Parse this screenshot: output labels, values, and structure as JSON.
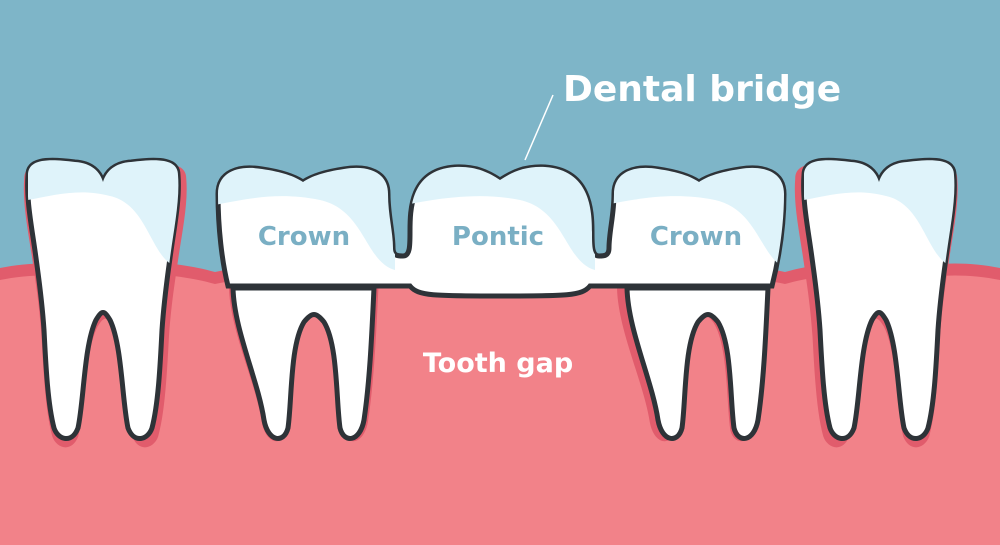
{
  "title": "Dental bridge",
  "labels": {
    "crown_left": "Crown",
    "pontic": "Pontic",
    "crown_right": "Crown",
    "gap": "Tooth gap"
  },
  "colors": {
    "background": "#7eb5c8",
    "gum": "#f28289",
    "gum_shade": "#e15c6c",
    "tooth": "#ffffff",
    "enamel": "#dff3fa",
    "outline": "#2e3338",
    "label_on_tooth": "#7aafc4",
    "label_on_gum": "#ffffff",
    "title_text": "#ffffff"
  }
}
